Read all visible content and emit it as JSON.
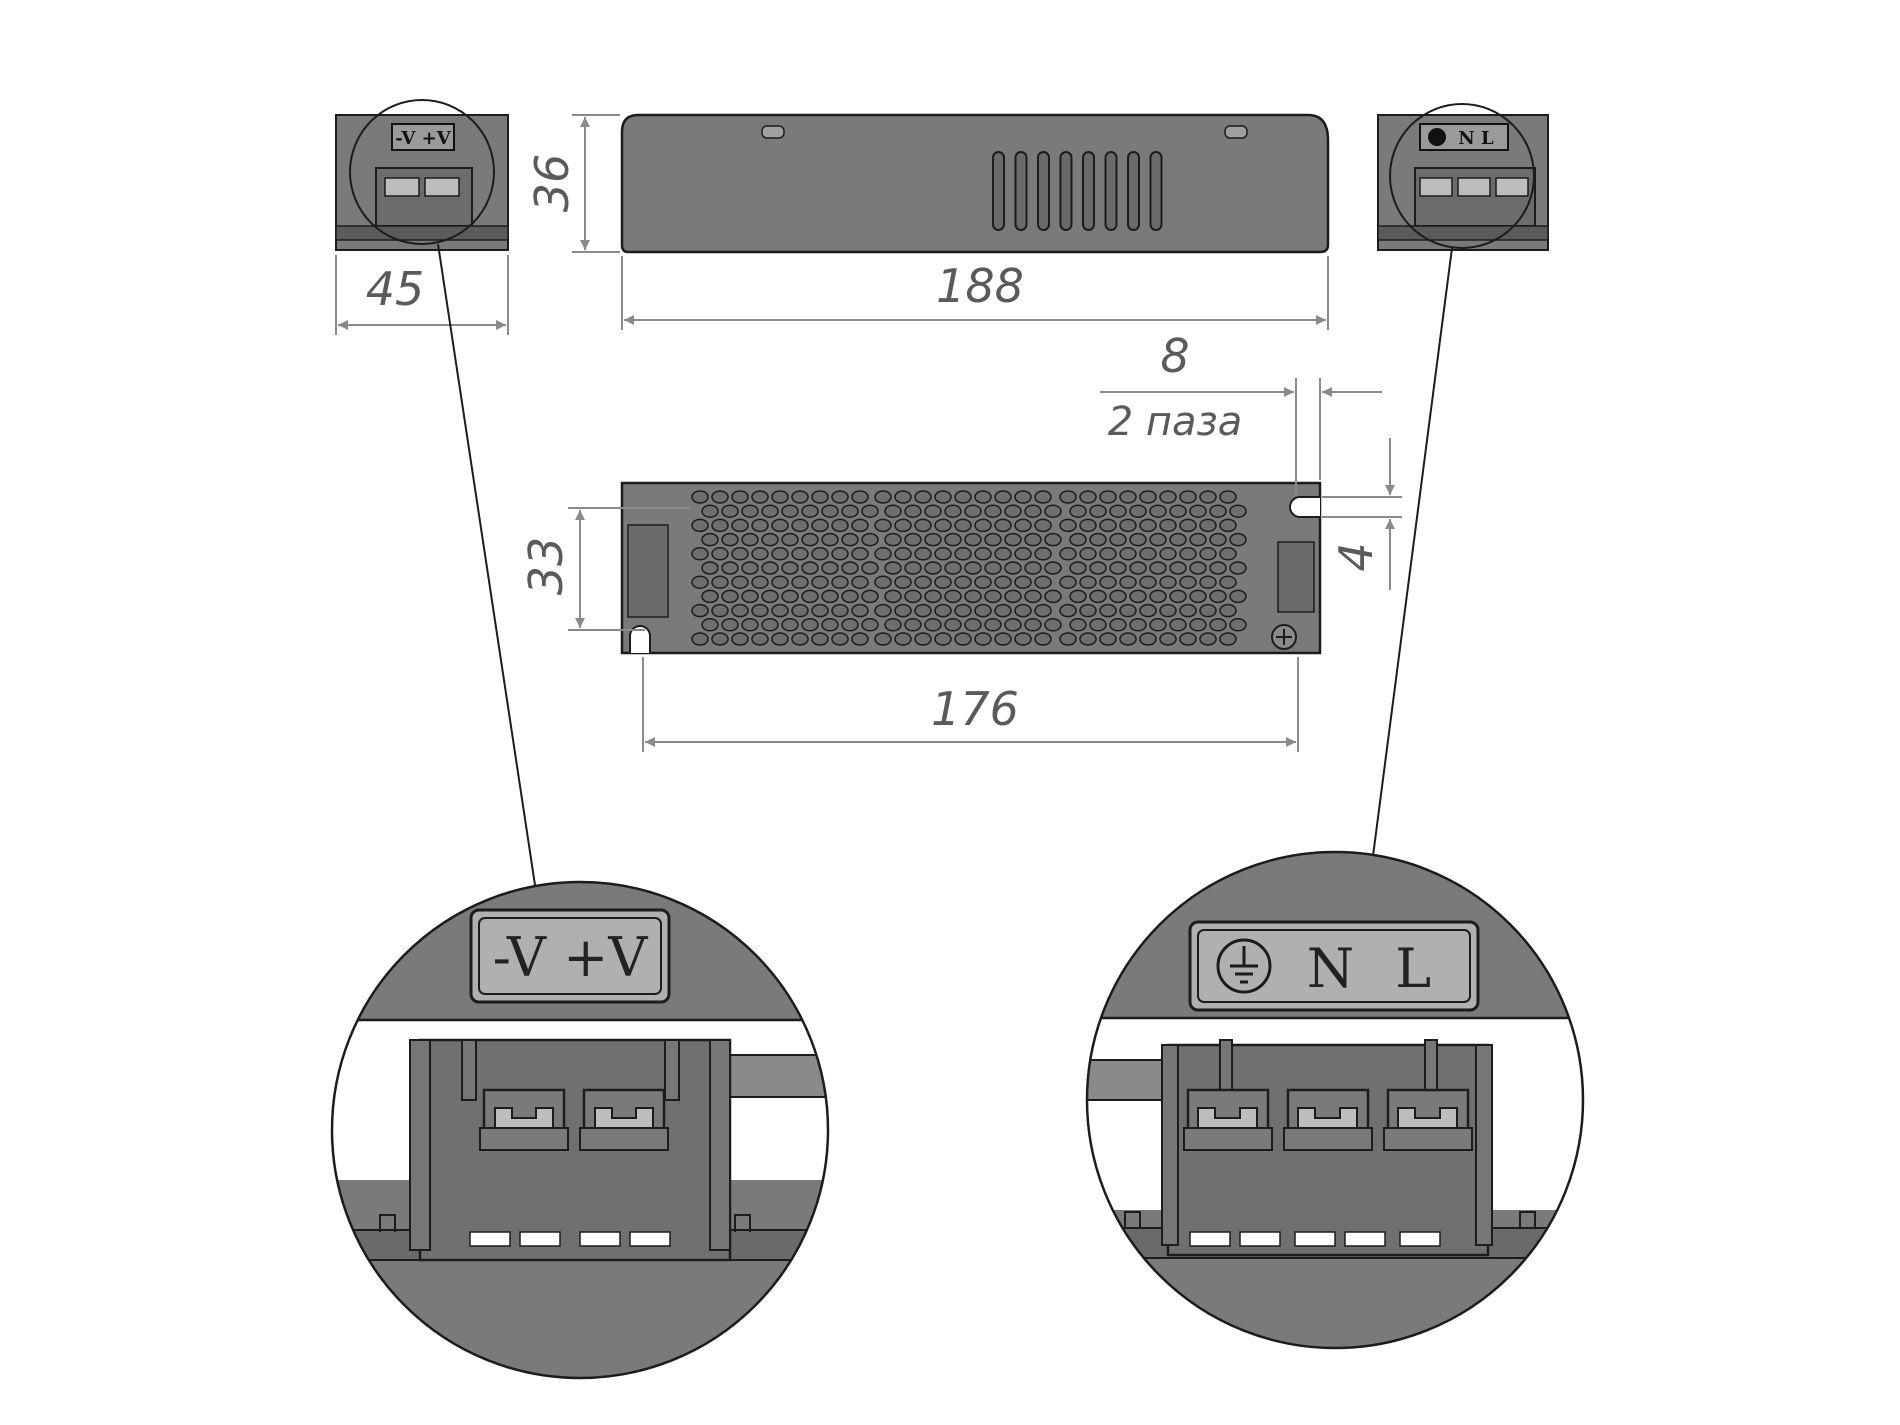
{
  "dimensions": {
    "side_height": "36",
    "side_length": "188",
    "end_width": "45",
    "slot_width": "8",
    "slot_note": "2 паза",
    "top_width": "33",
    "top_length": "176",
    "slot_depth": "4"
  },
  "labels": {
    "dc_terminal_small": "-V +V",
    "ac_terminal_small": "N L",
    "dc_terminal_zoom": "-V +V",
    "ac_terminal_zoom": "N L"
  },
  "colors": {
    "body_fill": "#7a7a7a",
    "body_dark": "#5b5b5b",
    "line": "#1c1c1c",
    "dim_line": "#8a8a8a",
    "terminal_light": "#bdbdbd",
    "white": "#ffffff"
  },
  "icons": {
    "ground": "ground-symbol-icon",
    "screw": "screw-icon"
  }
}
